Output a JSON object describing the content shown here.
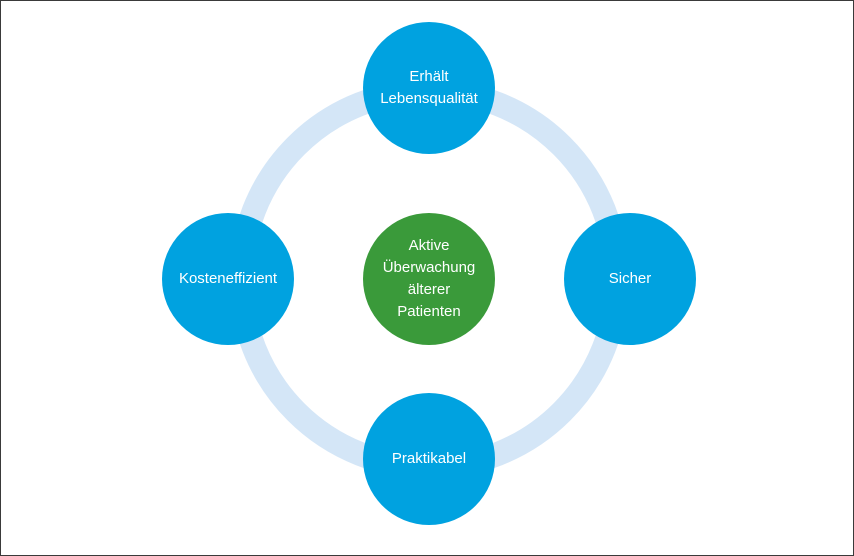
{
  "diagram": {
    "center": {
      "label": "Aktive\nÜberwachung\nälterer\nPatienten",
      "color": "#3a9a3a"
    },
    "nodes": [
      {
        "id": "top",
        "label": "Erhält\nLebensqualität",
        "color": "#00a2e0"
      },
      {
        "id": "right",
        "label": "Sicher",
        "color": "#00a2e0"
      },
      {
        "id": "bottom",
        "label": "Praktikabel",
        "color": "#00a2e0"
      },
      {
        "id": "left",
        "label": "Kosteneffizient",
        "color": "#00a2e0"
      }
    ],
    "ring_color": "#d4e6f7"
  }
}
